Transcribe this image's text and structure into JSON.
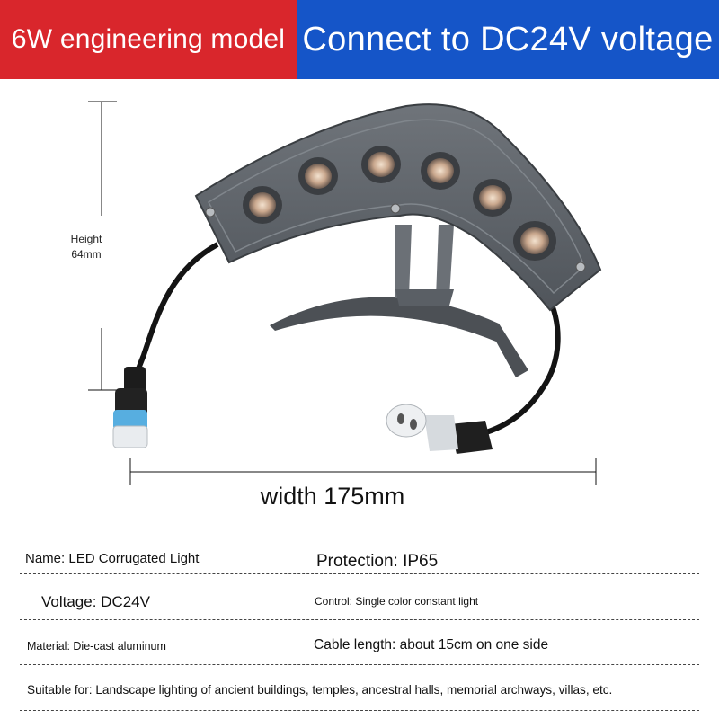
{
  "banner": {
    "left_text": "6W engineering model",
    "right_text": "Connect to DC24V voltage",
    "left_color": "#d9262c",
    "right_color": "#1555c8"
  },
  "dimensions": {
    "height_label": "Height",
    "height_value": "64mm",
    "width_text": "width 175mm"
  },
  "specs": {
    "name": "Name: LED Corrugated Light",
    "protection": "Protection: IP65",
    "voltage": "Voltage: DC24V",
    "control": "Control: Single color constant light",
    "material": "Material: Die-cast aluminum",
    "cable_length": "Cable length: about 15cm on one side",
    "suitable_for": "Suitable for: Landscape lighting of ancient buildings, temples, ancestral halls, memorial archways, villas, etc."
  }
}
